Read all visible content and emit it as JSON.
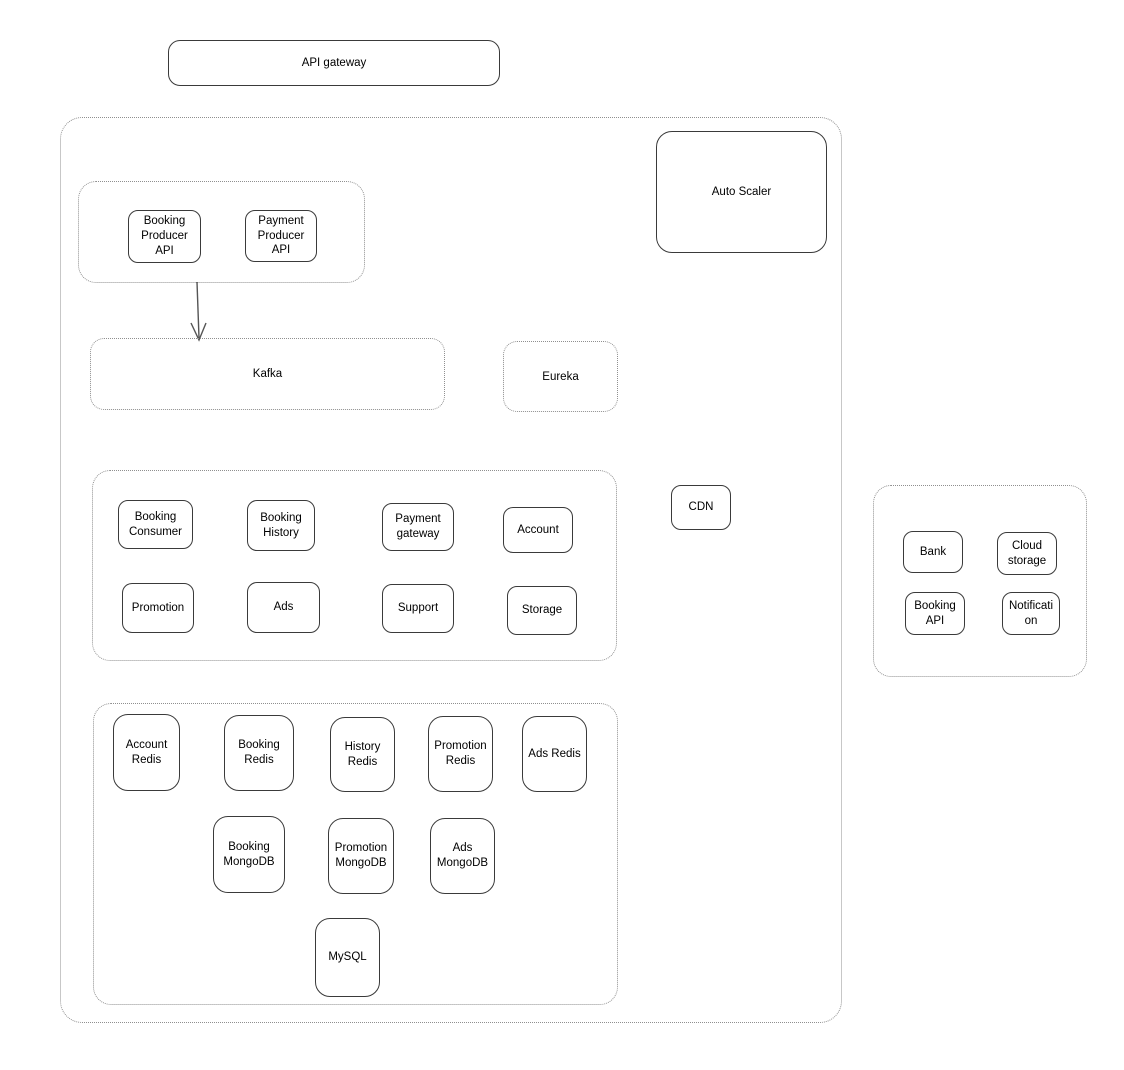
{
  "nodes": {
    "api_gateway": "API gateway",
    "auto_scaler": "Auto Scaler",
    "booking_producer_api": "Booking Producer API",
    "payment_producer_api": "Payment Producer API",
    "kafka": "Kafka",
    "eureka": "Eureka",
    "booking_consumer": "Booking Consumer",
    "booking_history": "Booking History",
    "payment_gateway": "Payment gateway",
    "account": "Account",
    "promotion": "Promotion",
    "ads": "Ads",
    "support": "Support",
    "storage": "Storage",
    "cdn": "CDN",
    "bank": "Bank",
    "cloud_storage": "Cloud storage",
    "booking_api": "Booking API",
    "notification": "Notification",
    "account_redis": "Account Redis",
    "booking_redis": "Booking Redis",
    "history_redis": "History Redis",
    "promotion_redis": "Promotion Redis",
    "ads_redis": "Ads Redis",
    "booking_mongodb": "Booking MongoDB",
    "promotion_mongodb": "Promotion MongoDB",
    "ads_mongodb": "Ads MongoDB",
    "mysql": "MySQL"
  },
  "colors": {
    "node_border": "#3a3a3a",
    "group_border": "#8f8f8f",
    "text": "#000000",
    "background": "#ffffff",
    "arrow": "#555555"
  }
}
